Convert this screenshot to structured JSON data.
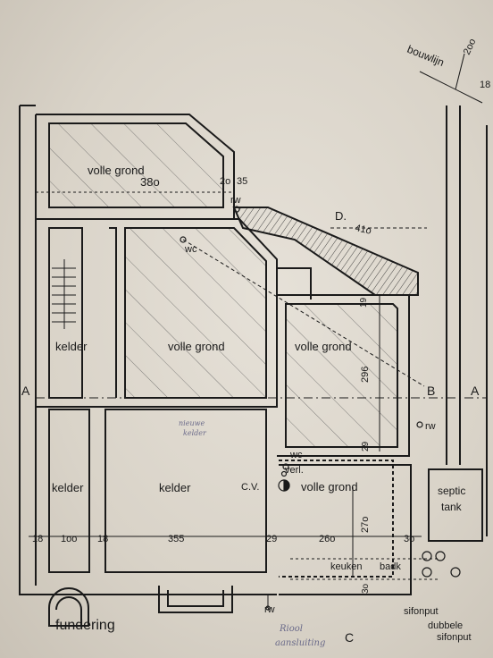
{
  "rooms": {
    "volle_grond_top": "volle grond",
    "volle_grond_top_dim": "38o",
    "volle_grond_center": "volle grond",
    "volle_grond_right": "volle grond",
    "volle_grond_lower": "volle grond",
    "kelder_upper": "kelder",
    "kelder_lower_left": "kelder",
    "kelder_lower_center": "kelder",
    "septic_line1": "septic",
    "septic_line2": "tank"
  },
  "labels": {
    "bouwlijn": "bouwlijn",
    "dim_200": "2oo",
    "dim_18_top": "18",
    "dim_20": "2o",
    "dim_35": "35",
    "rw_top": "rw",
    "d_label": "D.",
    "dim_410": "41o",
    "wc_upper": "wc",
    "dim_19": "19",
    "dim_296": "296",
    "section_a_left": "A",
    "section_b": "B",
    "section_a_right": "A",
    "rw_right": "rw",
    "dim_29_mid": "29",
    "wc_lower": "wc",
    "verl": "verl.",
    "cv": "C.V.",
    "dim_270": "27o",
    "dim_18_a": "18",
    "dim_100": "1oo",
    "dim_18_b": "18",
    "dim_355": "355",
    "dim_29_b": "29",
    "dim_260": "26o",
    "dim_30": "3o",
    "keuken": "keuken",
    "badk": "badk",
    "dim_30_b": "3o",
    "rw_bottom": "rw",
    "section_c": "C",
    "fundering": "fundering",
    "sifonput": "sifonput",
    "dubbele": "dubbele",
    "sifonput_2": "sifonput",
    "hand_note_1": "Riool",
    "hand_note_2": "aansluiting",
    "hand_note_mid_1": "nieuwe",
    "hand_note_mid_2": "kelder"
  },
  "colors": {
    "ink": "#1a1a1a",
    "paper": "#dcd6cc",
    "pencil": "#6b6b8a"
  }
}
